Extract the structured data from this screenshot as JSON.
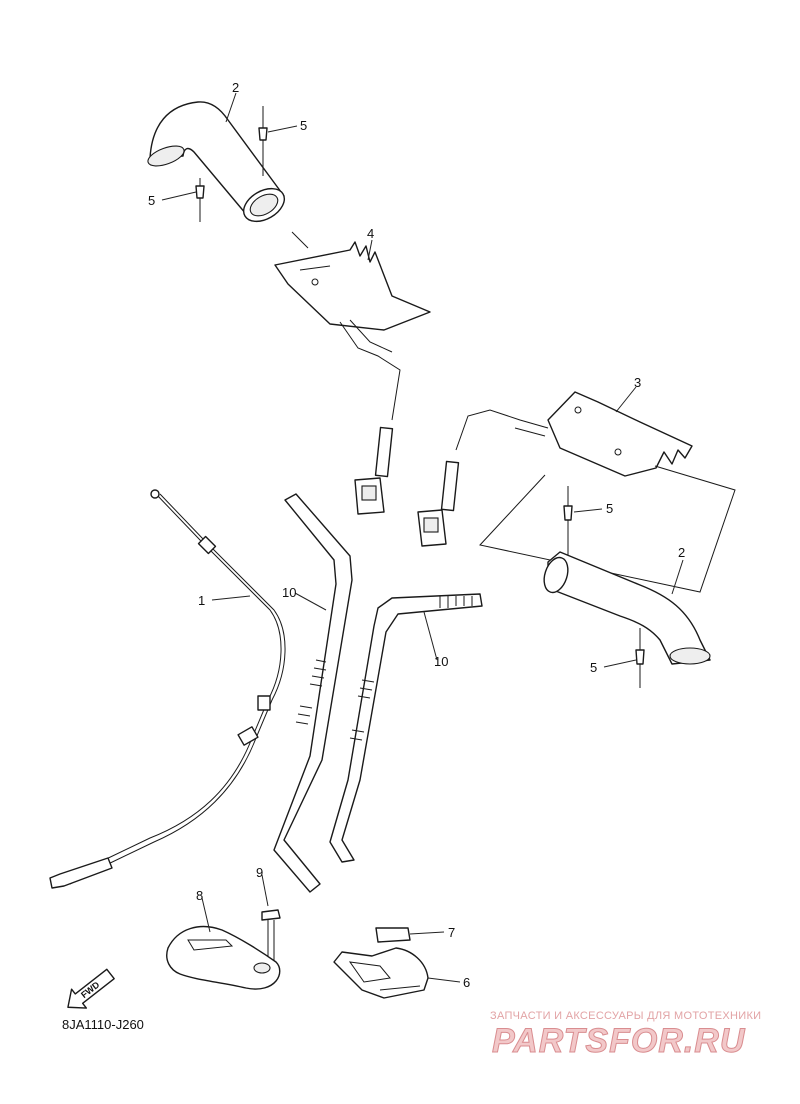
{
  "diagram": {
    "part_code": "8JA1110-J260",
    "fwd_label": "FWD",
    "callouts": [
      {
        "id": "c2a",
        "text": "2"
      },
      {
        "id": "c5a",
        "text": "5"
      },
      {
        "id": "c5b",
        "text": "5"
      },
      {
        "id": "c4",
        "text": "4"
      },
      {
        "id": "c3",
        "text": "3"
      },
      {
        "id": "c5c",
        "text": "5"
      },
      {
        "id": "c2b",
        "text": "2"
      },
      {
        "id": "c5d",
        "text": "5"
      },
      {
        "id": "c1",
        "text": "1"
      },
      {
        "id": "c10a",
        "text": "10"
      },
      {
        "id": "c10b",
        "text": "10"
      },
      {
        "id": "c9",
        "text": "9"
      },
      {
        "id": "c8",
        "text": "8"
      },
      {
        "id": "c7",
        "text": "7"
      },
      {
        "id": "c6",
        "text": "6"
      }
    ]
  },
  "watermark": {
    "tagline": "ЗАПЧАСТИ И АКСЕССУАРЫ ДЛЯ МОТОТЕХНИКИ",
    "brand": "PARTSFOR.RU"
  },
  "colors": {
    "line": "#1a1a1a",
    "watermark": "#e2a3a5"
  }
}
